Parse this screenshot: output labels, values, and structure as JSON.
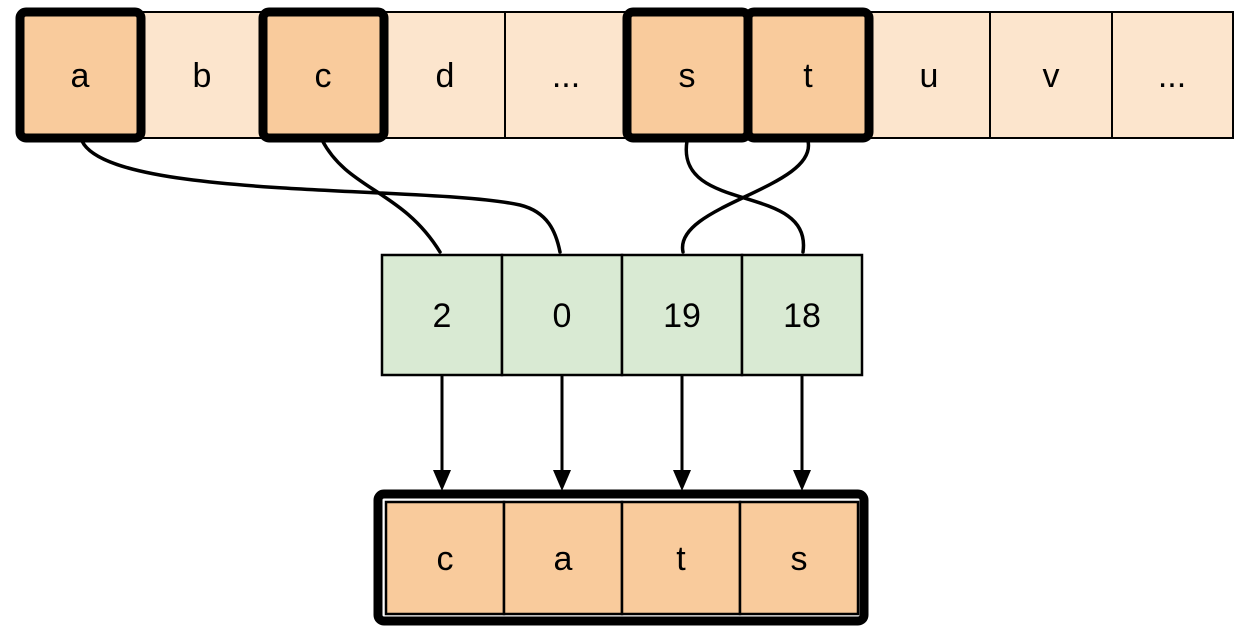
{
  "colors": {
    "cell_highlight": "#f9cb9c",
    "cell_light": "#fce5cd",
    "cell_index": "#d9ead3",
    "frame_fill": "#ffffff",
    "stroke": "#000000"
  },
  "alphabet_row": {
    "cells": [
      {
        "label": "a",
        "highlighted": true
      },
      {
        "label": "b",
        "highlighted": false
      },
      {
        "label": "c",
        "highlighted": true
      },
      {
        "label": "d",
        "highlighted": false
      },
      {
        "label": "...",
        "highlighted": false
      },
      {
        "label": "s",
        "highlighted": true
      },
      {
        "label": "t",
        "highlighted": true
      },
      {
        "label": "u",
        "highlighted": false
      },
      {
        "label": "v",
        "highlighted": false
      },
      {
        "label": "...",
        "highlighted": false
      }
    ]
  },
  "index_row": {
    "values": [
      "2",
      "0",
      "19",
      "18"
    ]
  },
  "word_row": {
    "letters": [
      "c",
      "a",
      "t",
      "s"
    ]
  },
  "mappings": [
    {
      "letter": "a",
      "index": "0"
    },
    {
      "letter": "c",
      "index": "2"
    },
    {
      "letter": "s",
      "index": "18"
    },
    {
      "letter": "t",
      "index": "19"
    }
  ]
}
